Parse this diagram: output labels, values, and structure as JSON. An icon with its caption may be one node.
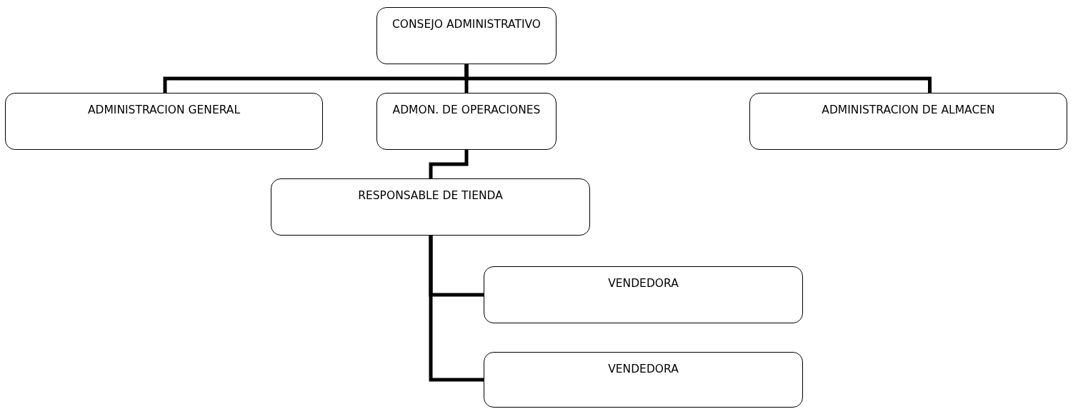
{
  "diagram": {
    "nodes": [
      {
        "text": [
          "CONSEJO ADMINISTRATIVO"
        ]
      },
      {
        "text": [
          "ADMINISTRACION GENERAL"
        ]
      },
      {
        "text": [
          "ADMON. DE OPERACIONES"
        ]
      },
      {
        "text": [
          "ADMINISTRACION DE ALMACEN"
        ]
      },
      {
        "text": [
          "RESPONSABLE DE TIENDA"
        ]
      },
      {
        "text": [
          "VENDEDORA"
        ]
      },
      {
        "text": [
          "VENDEDORA"
        ]
      }
    ],
    "edges": [
      {
        "from": 0,
        "to": 1,
        "arrow": "none"
      },
      {
        "from": 0,
        "to": 2,
        "arrow": "none"
      },
      {
        "from": 0,
        "to": 3,
        "arrow": "none"
      },
      {
        "from": 2,
        "to": 4,
        "arrow": "none"
      },
      {
        "from": 4,
        "to": 5,
        "arrow": "none"
      },
      {
        "from": 4,
        "to": 6,
        "arrow": "none"
      }
    ]
  }
}
